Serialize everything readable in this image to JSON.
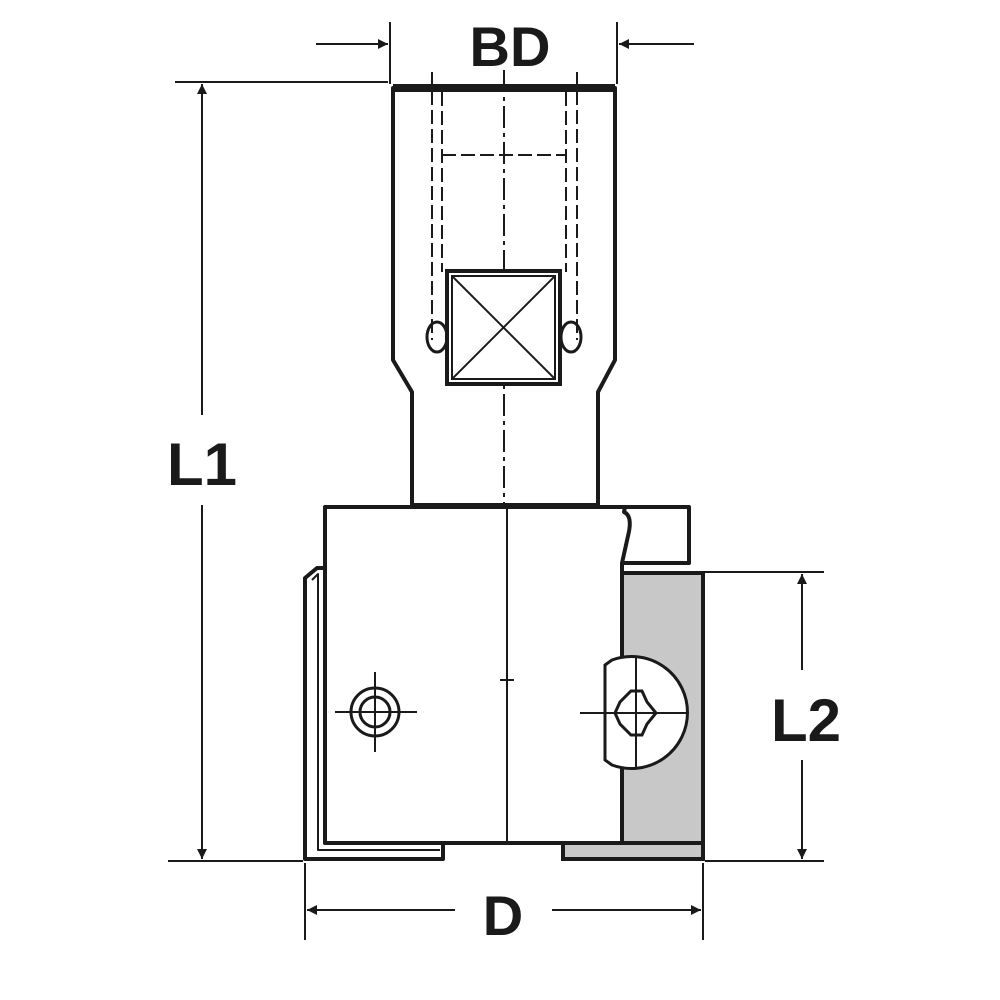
{
  "labels": {
    "bore_diameter": "BD",
    "overall_length": "L1",
    "cutting_length": "L2",
    "cutting_diameter": "D"
  },
  "colors": {
    "line": "#1a1a1a",
    "knife_fill": "#c8c8c8",
    "background": "#ffffff"
  }
}
